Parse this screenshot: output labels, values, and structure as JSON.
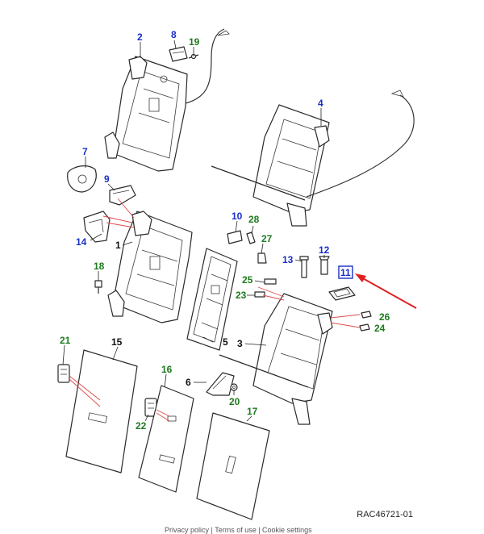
{
  "colors": {
    "blue_callout": "#1a2fc8",
    "green_callout": "#1e7a1e",
    "black_callout": "#111111",
    "highlight_arrow": "#e02020"
  },
  "callouts": [
    {
      "id": "c2",
      "text": "2",
      "color": "blue"
    },
    {
      "id": "c8",
      "text": "8",
      "color": "blue"
    },
    {
      "id": "c19",
      "text": "19",
      "color": "green"
    },
    {
      "id": "c4",
      "text": "4",
      "color": "blue"
    },
    {
      "id": "c7",
      "text": "7",
      "color": "blue"
    },
    {
      "id": "c9",
      "text": "9",
      "color": "blue"
    },
    {
      "id": "c10",
      "text": "10",
      "color": "blue"
    },
    {
      "id": "c28",
      "text": "28",
      "color": "green"
    },
    {
      "id": "c27",
      "text": "27",
      "color": "green"
    },
    {
      "id": "c14",
      "text": "14",
      "color": "blue"
    },
    {
      "id": "c1",
      "text": "1",
      "color": "black"
    },
    {
      "id": "c12",
      "text": "12",
      "color": "blue"
    },
    {
      "id": "c13",
      "text": "13",
      "color": "blue"
    },
    {
      "id": "c11",
      "text": "11",
      "color": "blue",
      "boxed": true
    },
    {
      "id": "c18",
      "text": "18",
      "color": "green"
    },
    {
      "id": "c25",
      "text": "25",
      "color": "green"
    },
    {
      "id": "c23",
      "text": "23",
      "color": "green"
    },
    {
      "id": "c26",
      "text": "26",
      "color": "green"
    },
    {
      "id": "c24",
      "text": "24",
      "color": "green"
    },
    {
      "id": "c5",
      "text": "5",
      "color": "black"
    },
    {
      "id": "c3",
      "text": "3",
      "color": "black"
    },
    {
      "id": "c21",
      "text": "21",
      "color": "green"
    },
    {
      "id": "c15",
      "text": "15",
      "color": "black"
    },
    {
      "id": "c16",
      "text": "16",
      "color": "green"
    },
    {
      "id": "c6",
      "text": "6",
      "color": "black"
    },
    {
      "id": "c20",
      "text": "20",
      "color": "green"
    },
    {
      "id": "c17",
      "text": "17",
      "color": "green"
    },
    {
      "id": "c22",
      "text": "22",
      "color": "green"
    }
  ],
  "reference_id": "RAC46721-01",
  "cut_caption": "Privacy policy  |  Terms of use  |  Cookie settings"
}
